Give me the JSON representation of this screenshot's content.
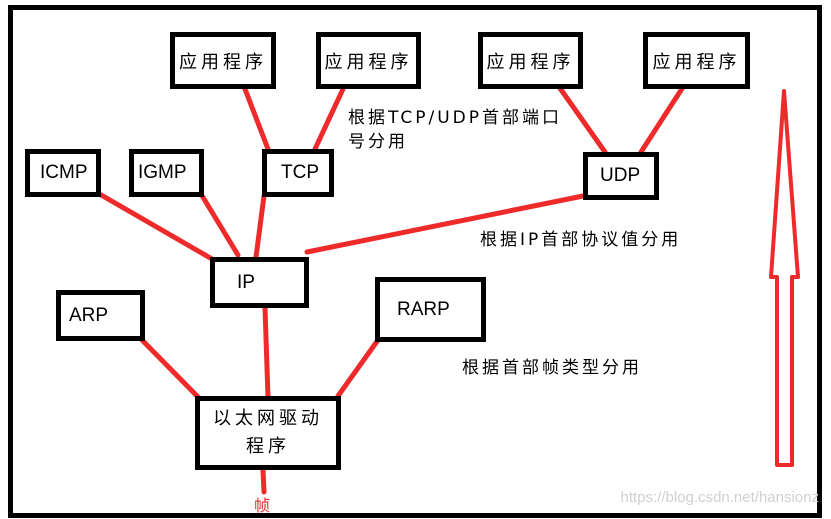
{
  "diagram": {
    "title": "以太网协议分用过程",
    "nodes": {
      "app1": {
        "label": "应用程序"
      },
      "app2": {
        "label": "应用程序"
      },
      "app3": {
        "label": "应用程序"
      },
      "app4": {
        "label": "应用程序"
      },
      "tcp": {
        "label": "TCP"
      },
      "udp": {
        "label": "UDP"
      },
      "icmp": {
        "label": "ICMP"
      },
      "igmp": {
        "label": "IGMP"
      },
      "ip": {
        "label": "IP"
      },
      "arp": {
        "label": "ARP"
      },
      "rarp": {
        "label": "RARP"
      },
      "eth": {
        "label_line1": "以太网驱动",
        "label_line2": "程序"
      }
    },
    "edges": [
      {
        "from": "app1",
        "to": "tcp"
      },
      {
        "from": "app2",
        "to": "tcp"
      },
      {
        "from": "app3",
        "to": "udp"
      },
      {
        "from": "app4",
        "to": "udp"
      },
      {
        "from": "icmp",
        "to": "ip"
      },
      {
        "from": "igmp",
        "to": "ip"
      },
      {
        "from": "tcp",
        "to": "ip"
      },
      {
        "from": "udp",
        "to": "ip"
      },
      {
        "from": "arp",
        "to": "eth"
      },
      {
        "from": "ip",
        "to": "eth"
      },
      {
        "from": "rarp",
        "to": "eth"
      },
      {
        "from": "eth",
        "to": "frame"
      }
    ],
    "annotations": {
      "port_demux_line1": "根据TCP/UDP首部端口",
      "port_demux_line2": "号分用",
      "protocol_demux": "根据IP首部协议值分用",
      "frame_type_demux": "根据首部帧类型分用"
    },
    "frame_label": "帧",
    "direction_arrow": "up",
    "colors": {
      "edge": "#ee2a2a",
      "box_border": "#000000",
      "frame_label": "#ee2a2a",
      "watermark": "#d0d0d0"
    }
  },
  "watermark": "https://blog.csdn.net/hansionz"
}
